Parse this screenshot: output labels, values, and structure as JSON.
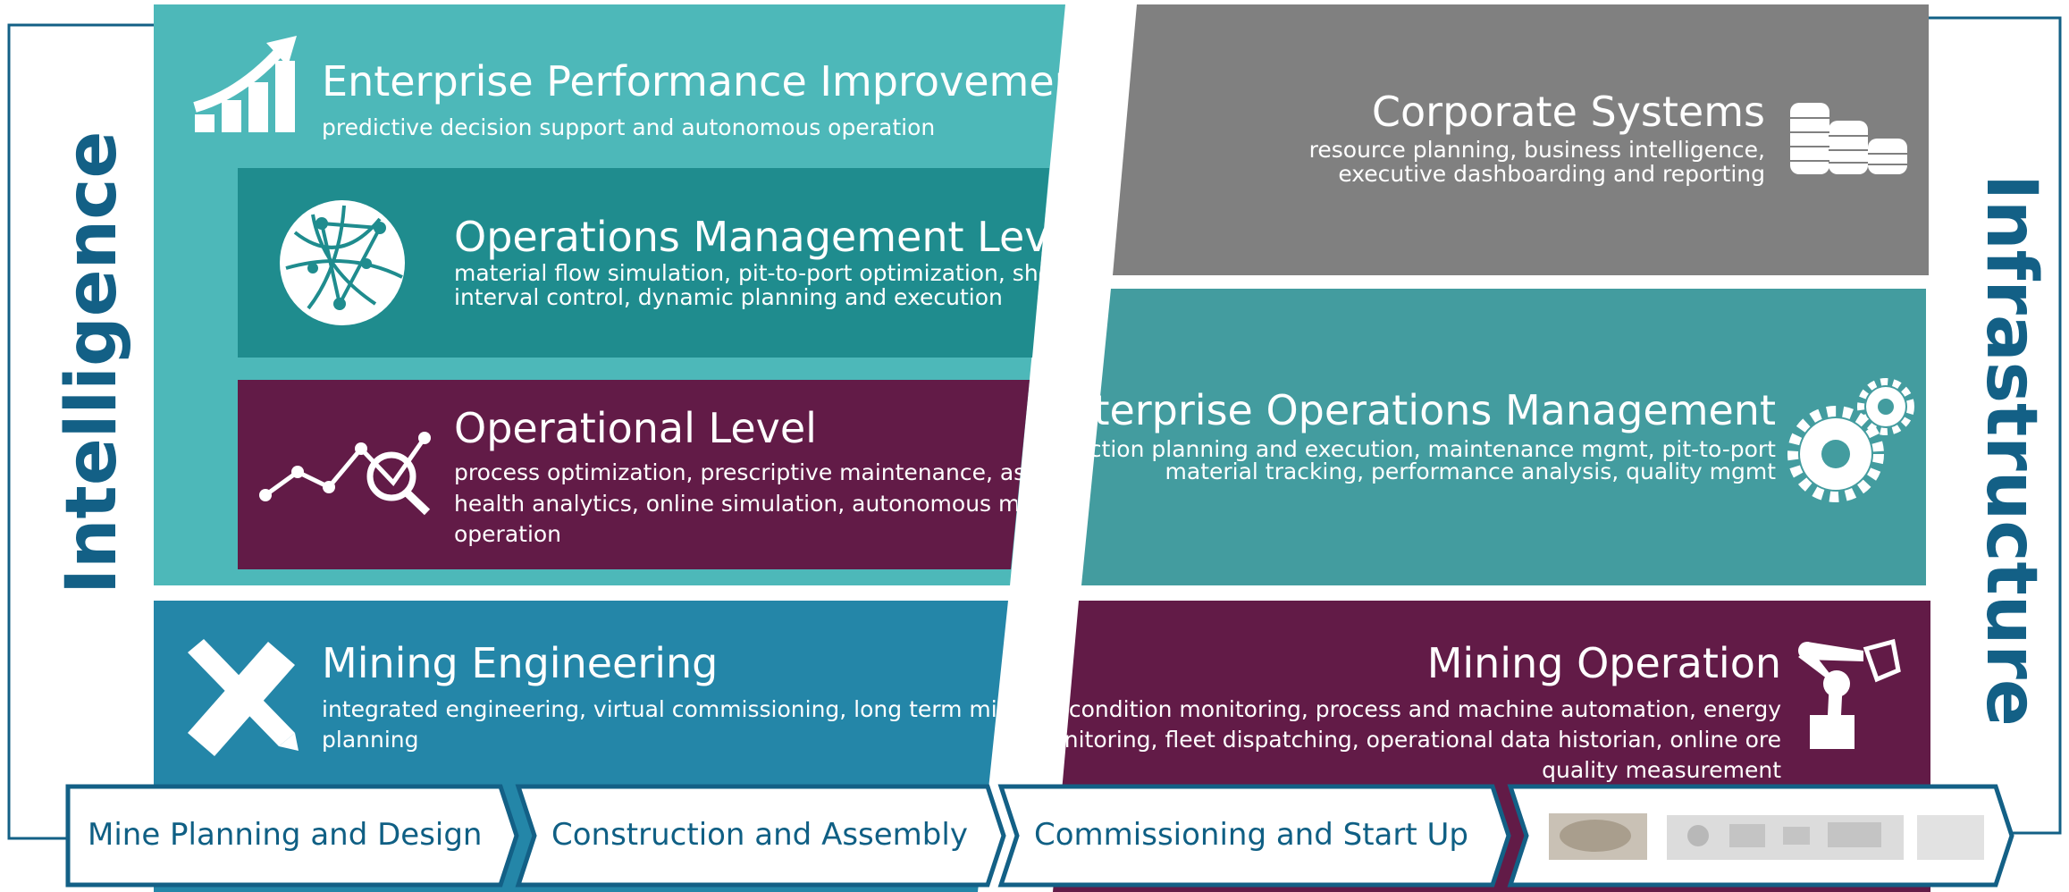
{
  "side_labels": {
    "left": "Intelligence",
    "right": "Infrastructure"
  },
  "left": {
    "enterprise": {
      "title": "Enterprise Performance Improvement",
      "desc": "predictive decision support and autonomous operation",
      "icon": "growth-chart-icon"
    },
    "ops_mgmt": {
      "title": "Operations Management Level",
      "desc_1": "material flow simulation, pit-to-port optimization, short",
      "desc_2": "interval control, dynamic planning and execution",
      "icon": "network-globe-icon"
    },
    "operational": {
      "title": "Operational Level",
      "desc_1": "process optimization, prescriptive maintenance, asset",
      "desc_2": "health analytics, online simulation, autonomous machine",
      "desc_3": "operation",
      "icon": "analytics-magnifier-icon"
    },
    "engineering": {
      "title": "Mining Engineering",
      "desc_1": "integrated engineering, virtual commissioning, long term mine",
      "desc_2": "planning",
      "icon": "ruler-pencil-icon"
    }
  },
  "right": {
    "corporate": {
      "title": "Corporate Systems",
      "desc_1": "resource planning, business intelligence,",
      "desc_2": "executive dashboarding and reporting",
      "icon": "coin-stacks-icon"
    },
    "enterprise_ops": {
      "title": "Enterprise Operations Management",
      "desc_1": "production planning and execution, maintenance mgmt, pit-to-port",
      "desc_2": "material tracking, performance analysis, quality mgmt",
      "icon": "gears-icon"
    },
    "mining_op": {
      "title": "Mining Operation",
      "desc_1": "asset condition monitoring, process and machine automation, energy",
      "desc_2": "monitoring, fleet dispatching, operational data historian, online ore",
      "desc_3": "quality measurement",
      "icon": "robot-arm-icon"
    }
  },
  "stages": [
    "Mine Planning and Design",
    "Construction and Assembly",
    "Commissioning and Start Up"
  ],
  "colors": {
    "teal_light": "#4db8b9",
    "teal_dark": "#1f8c8e",
    "plum": "#621b47",
    "blue": "#2486a8",
    "gray": "#808080",
    "teal_mid": "#439c9f",
    "navy": "#0f5f84"
  }
}
